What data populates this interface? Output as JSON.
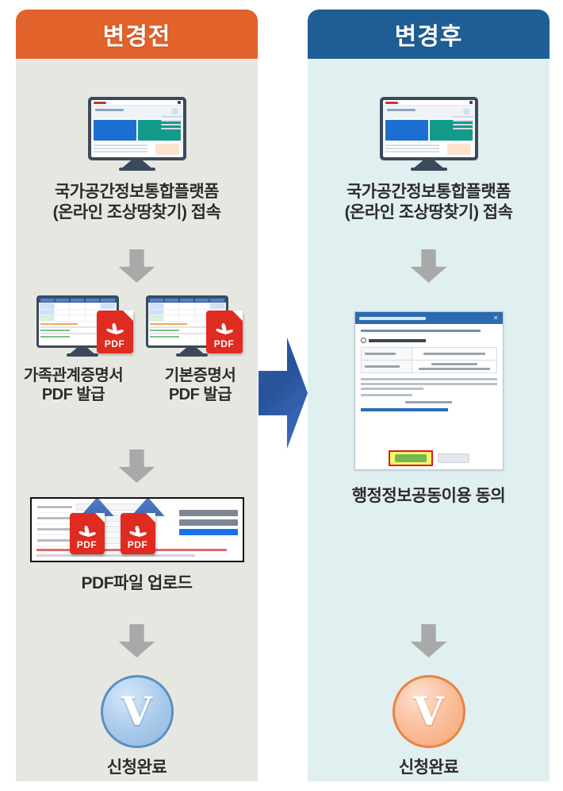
{
  "left_panel": {
    "header": "변경전",
    "header_color": "#e2622c",
    "bg_color": "#e7e7e2",
    "steps": [
      {
        "caption": "국가공간정보통합플랫폼\n(온라인 조상땅찾기) 접속"
      },
      {
        "caption_1": "가족관계증명서\nPDF 발급",
        "caption_2": "기본증명서\nPDF 발급",
        "pdf_label": "PDF"
      },
      {
        "caption": "PDF파일 업로드",
        "pdf_label": "PDF"
      },
      {
        "caption": "신청완료",
        "check": "V"
      }
    ]
  },
  "right_panel": {
    "header": "변경후",
    "header_color": "#1f5e94",
    "bg_color": "#e0efef",
    "steps": [
      {
        "caption": "국가공간정보통합플랫폼\n(온라인 조상땅찾기) 접속"
      },
      {
        "caption": "행정정보공동이용 동의"
      },
      {
        "caption": "신청완료",
        "check": "V"
      }
    ]
  },
  "center": {
    "arrow": "right-arrow",
    "color": "#2f5fa8"
  }
}
